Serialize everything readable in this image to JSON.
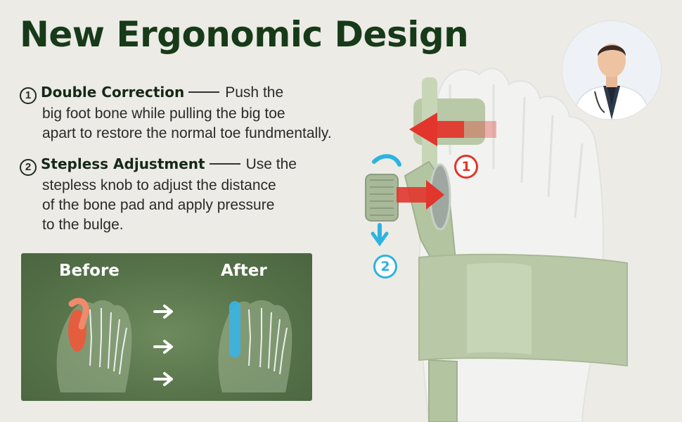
{
  "headline": "New Ergonomic Design",
  "features": [
    {
      "num": "1",
      "title": "Double Correction",
      "line1_tail": "Push the",
      "line2": "big foot bone while pulling the big toe",
      "line3": "apart to restore the normal toe fundmentally."
    },
    {
      "num": "2",
      "title": "Stepless Adjustment",
      "line1_tail": "Use the",
      "line2": "stepless knob to adjust the distance",
      "line3": "of the bone pad and apply pressure",
      "line4": "to the bulge."
    }
  ],
  "comparison": {
    "before_label": "Before",
    "after_label": "After",
    "before_highlight_color": "#f0573a",
    "after_highlight_color": "#39b5e6",
    "arrow_icon": "right-arrow-icon"
  },
  "product_callouts": {
    "red_badge": "1",
    "blue_badge": "2",
    "red_color": "#e2352c",
    "blue_color": "#2db3e0",
    "strap_color": "#b9c9a8"
  },
  "avatar_icon": "doctor-avatar-icon"
}
